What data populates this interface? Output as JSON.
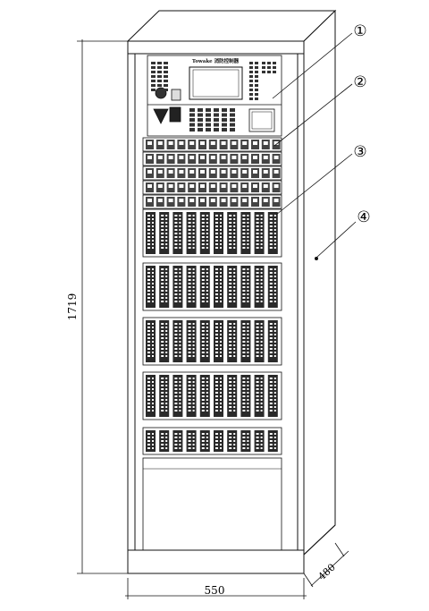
{
  "figure": {
    "brand_label": "Towake 消防控制器",
    "dimensions": {
      "height": "1719",
      "width": "550",
      "depth": "480"
    },
    "callouts": [
      "①",
      "②",
      "③",
      "④"
    ],
    "terminal_rows": 5,
    "colors": {
      "line": "#111111",
      "fill": "#ffffff",
      "dark": "#222222"
    }
  }
}
